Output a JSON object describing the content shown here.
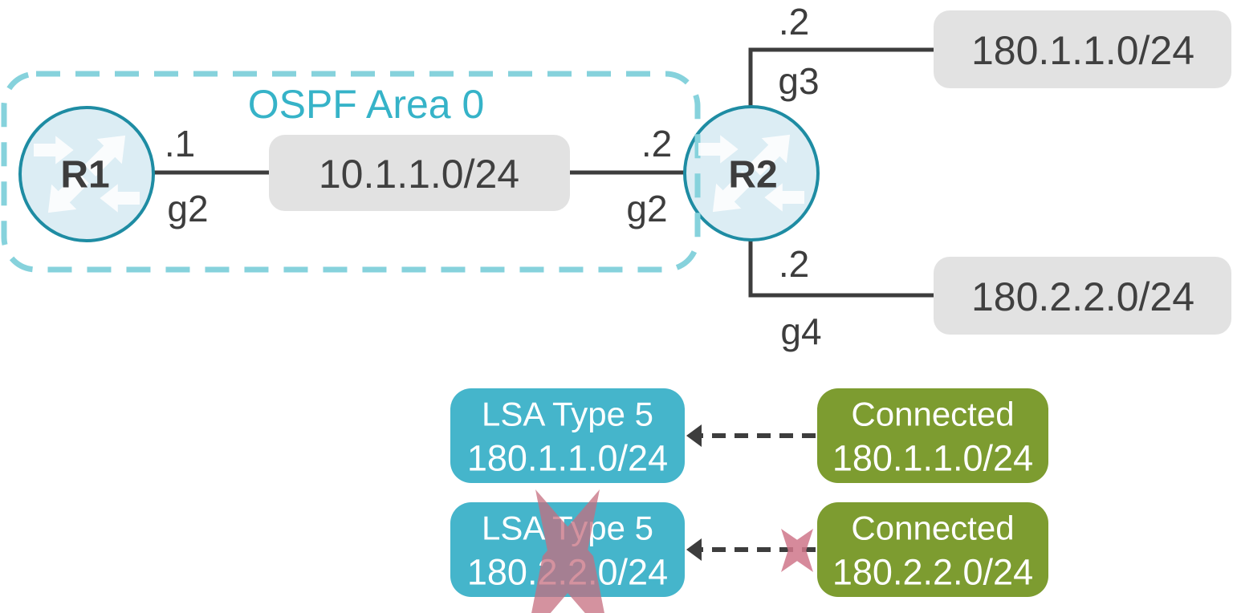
{
  "diagram": {
    "area_label": "OSPF Area 0",
    "routers": {
      "r1": "R1",
      "r2": "R2"
    },
    "networks": {
      "r1_r2_link": "10.1.1.0/24",
      "top": "180.1.1.0/24",
      "bottom": "180.2.2.0/24"
    },
    "interfaces": {
      "r1_link_ip": ".1",
      "r1_link_if": "g2",
      "r2_link_ip": ".2",
      "r2_link_if": "g2",
      "r2_top_ip": ".2",
      "r2_top_if": "g3",
      "r2_bottom_ip": ".2",
      "r2_bottom_if": "g4"
    },
    "lsa_rows": [
      {
        "lsa_title": "LSA Type 5",
        "lsa_network": "180.1.1.0/24",
        "source_title": "Connected",
        "source_network": "180.1.1.0/24",
        "blocked": false
      },
      {
        "lsa_title": "LSA Type 5",
        "lsa_network": "180.2.2.0/24",
        "source_title": "Connected",
        "source_network": "180.2.2.0/24",
        "blocked": true
      }
    ],
    "colors": {
      "lsa_box": "#45b5cb",
      "connected_box": "#7d9c30",
      "area_border": "#86d2dc",
      "area_label": "#36b3c8",
      "router_fill": "#dcedf4",
      "router_stroke": "#1e8ca3",
      "network_box": "#e2e2e2",
      "line": "#3d3d3d",
      "cross": "#c66e7f",
      "cross_small": "#d0768a"
    }
  }
}
